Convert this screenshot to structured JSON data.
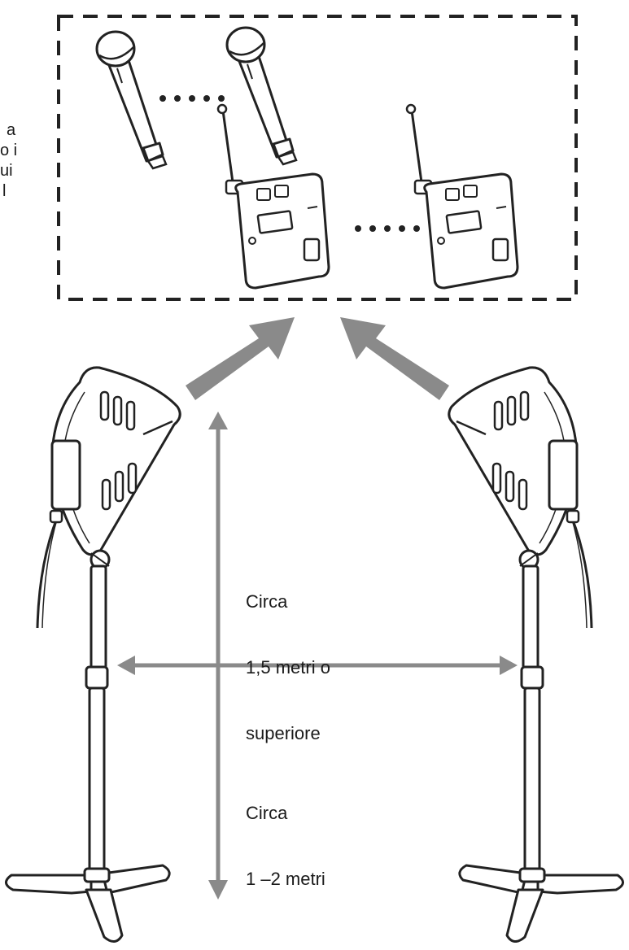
{
  "left_text_fragments": [
    "a",
    "o i",
    "ui",
    "l"
  ],
  "label_height": {
    "line1": "Circa",
    "line2": "1,5 metri o",
    "line3": "superiore"
  },
  "label_distance": {
    "line1": "Circa",
    "line2": "1 –2 metri"
  },
  "colors": {
    "line": "#222222",
    "arrow": "#8a8a8a",
    "background": "#ffffff"
  },
  "icons": [
    "handheld-microphone-icon",
    "bodypack-transmitter-icon",
    "antenna-on-stand-icon"
  ]
}
